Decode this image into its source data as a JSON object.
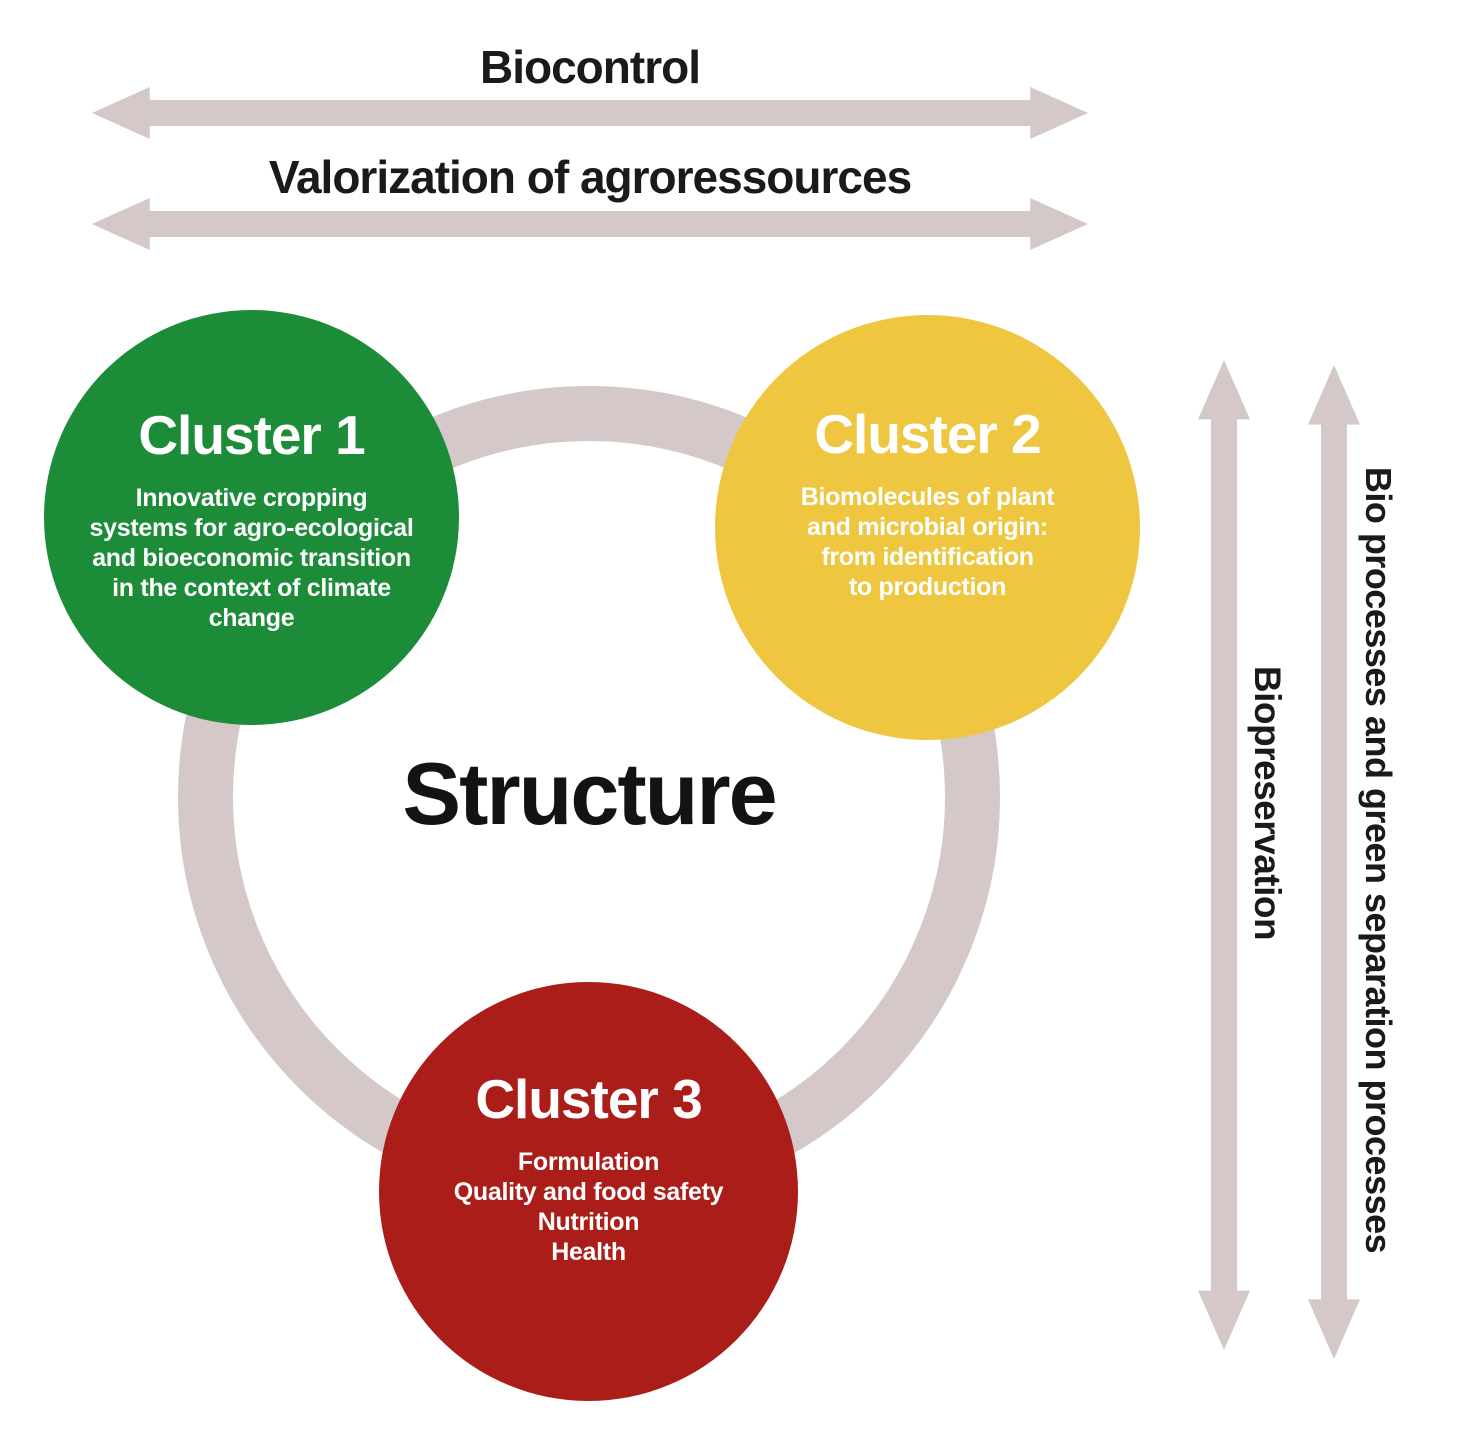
{
  "top_arrows": {
    "biocontrol": "Biocontrol",
    "valorization": "Valorization of agroressources"
  },
  "center_label": "Structure",
  "clusters": [
    {
      "name": "Cluster 1",
      "description": "Innovative cropping\nsystems for agro-ecological\nand bioeconomic transition\nin the context of climate\nchange",
      "color": "#1c8c39"
    },
    {
      "name": "Cluster 2",
      "description": "Biomolecules of plant\nand microbial origin:\nfrom identification\nto production",
      "color": "#eec63f"
    },
    {
      "name": "Cluster 3",
      "description": "Formulation\nQuality and food safety\nNutrition\nHealth",
      "color": "#ab1d18"
    }
  ],
  "side_arrows": {
    "biopreservation": "Biopreservation",
    "bioprocesses": "Bio processes and green separation processes"
  },
  "colors": {
    "cluster1_green": "#1c8c39",
    "cluster2_yellow": "#eec63f",
    "cluster3_red": "#ab1d18",
    "arrow_and_ring_gray": "#d4c9c8",
    "label_black": "#1a1a1a",
    "circle_text_white": "#ffffff"
  }
}
